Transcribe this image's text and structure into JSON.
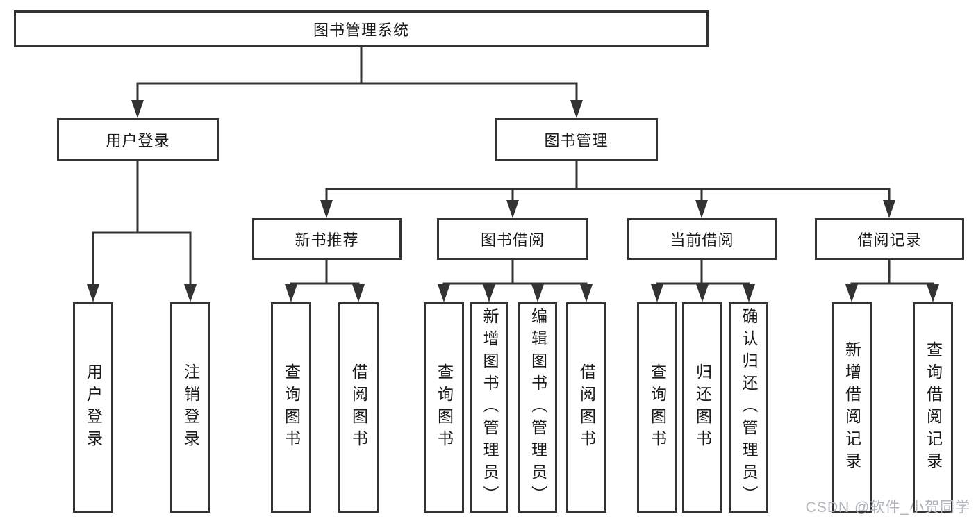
{
  "diagram": {
    "tree": {
      "label": "图书管理系统",
      "children": [
        {
          "label": "用户登录",
          "children": [
            {
              "label": "用户登录"
            },
            {
              "label": "注销登录"
            }
          ]
        },
        {
          "label": "图书管理",
          "children": [
            {
              "label": "新书推荐",
              "children": [
                {
                  "label": "查询图书"
                },
                {
                  "label": "借阅图书"
                }
              ]
            },
            {
              "label": "图书借阅",
              "children": [
                {
                  "label": "查询图书"
                },
                {
                  "label": "新增图书（管理员）"
                },
                {
                  "label": "编辑图书（管理员）"
                },
                {
                  "label": "借阅图书"
                }
              ]
            },
            {
              "label": "当前借阅",
              "children": [
                {
                  "label": "查询图书"
                },
                {
                  "label": "归还图书"
                },
                {
                  "label": "确认归还（管理员）"
                }
              ]
            },
            {
              "label": "借阅记录",
              "children": [
                {
                  "label": "新增借阅记录"
                },
                {
                  "label": "查询借阅记录"
                }
              ]
            }
          ]
        }
      ]
    }
  },
  "watermark": {
    "text": "CSDN @软件_小贺同学"
  },
  "colors": {
    "line": "#333333",
    "text": "#1a1a1a",
    "background": "#ffffff",
    "watermark": "#b0b5ba"
  }
}
